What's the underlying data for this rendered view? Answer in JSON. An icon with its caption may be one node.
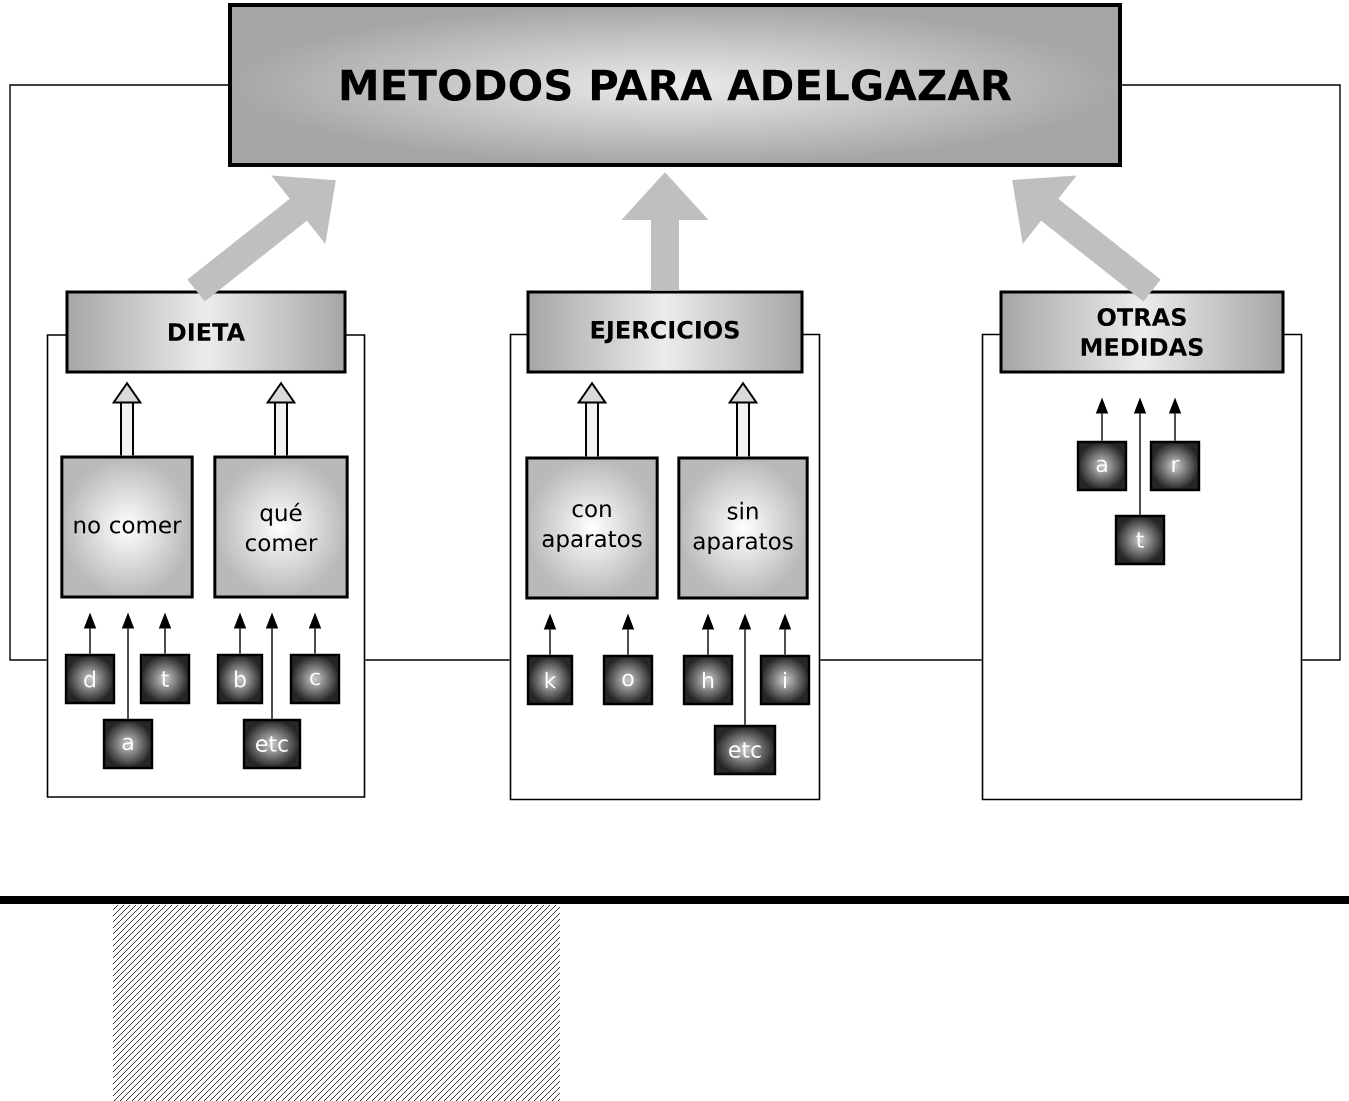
{
  "diagram": {
    "nodes": [
      {
        "text": [
          "METODOS PARA ADELGAZAR"
        ]
      },
      {
        "text": [
          "DIETA"
        ]
      },
      {
        "text": [
          "no comer"
        ],
        "in": 1
      },
      {
        "text": [
          "qué comer"
        ],
        "in": 1
      },
      {
        "text": [
          "d"
        ],
        "in": 1
      },
      {
        "text": [
          "t"
        ],
        "in": 1
      },
      {
        "text": [
          "a"
        ],
        "in": 1
      },
      {
        "text": [
          "b"
        ],
        "in": 1
      },
      {
        "text": [
          "c"
        ],
        "in": 1
      },
      {
        "text": [
          "etc"
        ],
        "in": 1
      },
      {
        "text": [
          "EJERCICIOS"
        ]
      },
      {
        "text": [
          "con aparatos"
        ],
        "in": 10
      },
      {
        "text": [
          "sin aparatos"
        ],
        "in": 10
      },
      {
        "text": [
          "k"
        ],
        "in": 10
      },
      {
        "text": [
          "o"
        ],
        "in": 10
      },
      {
        "text": [
          "h"
        ],
        "in": 10
      },
      {
        "text": [
          "i"
        ],
        "in": 10
      },
      {
        "text": [
          "etc"
        ],
        "in": 10
      },
      {
        "text": [
          "OTRAS MEDIDAS"
        ]
      },
      {
        "text": [
          "a"
        ],
        "in": 18
      },
      {
        "text": [
          "r"
        ],
        "in": 18
      },
      {
        "text": [
          "t"
        ],
        "in": 18
      }
    ],
    "edges": [
      {
        "from": 1,
        "to": 0,
        "arrow": "to",
        "style": "thick",
        "color": "#bfbfbf"
      },
      {
        "from": 10,
        "to": 0,
        "arrow": "to",
        "style": "thick",
        "color": "#bfbfbf"
      },
      {
        "from": 18,
        "to": 0,
        "arrow": "to",
        "style": "thick",
        "color": "#bfbfbf"
      },
      {
        "from": 2,
        "to": 1,
        "arrow": "to",
        "style": "thick"
      },
      {
        "from": 3,
        "to": 1,
        "arrow": "to",
        "style": "thick"
      },
      {
        "from": 11,
        "to": 10,
        "arrow": "to",
        "style": "thick"
      },
      {
        "from": 12,
        "to": 10,
        "arrow": "to",
        "style": "thick"
      },
      {
        "from": 4,
        "to": 2,
        "arrow": "to"
      },
      {
        "from": 6,
        "to": 2,
        "arrow": "to"
      },
      {
        "from": 5,
        "to": 2,
        "arrow": "to"
      },
      {
        "from": 7,
        "to": 3,
        "arrow": "to"
      },
      {
        "from": 9,
        "to": 3,
        "arrow": "to"
      },
      {
        "from": 8,
        "to": 3,
        "arrow": "to"
      },
      {
        "from": 13,
        "to": 11,
        "arrow": "to"
      },
      {
        "from": 14,
        "to": 11,
        "arrow": "to"
      },
      {
        "from": 15,
        "to": 12,
        "arrow": "to"
      },
      {
        "from": 17,
        "to": 12,
        "arrow": "to"
      },
      {
        "from": 16,
        "to": 12,
        "arrow": "to"
      },
      {
        "from": 19,
        "to": 18,
        "arrow": "to"
      },
      {
        "from": 21,
        "to": 18,
        "arrow": "to"
      },
      {
        "from": 20,
        "to": 18,
        "arrow": "to"
      },
      {
        "from": 0,
        "to": 1,
        "arrow": "none"
      },
      {
        "from": 1,
        "to": 10,
        "arrow": "none"
      },
      {
        "from": 10,
        "to": 18,
        "arrow": "none"
      },
      {
        "from": 18,
        "to": 0,
        "arrow": "none"
      }
    ]
  }
}
